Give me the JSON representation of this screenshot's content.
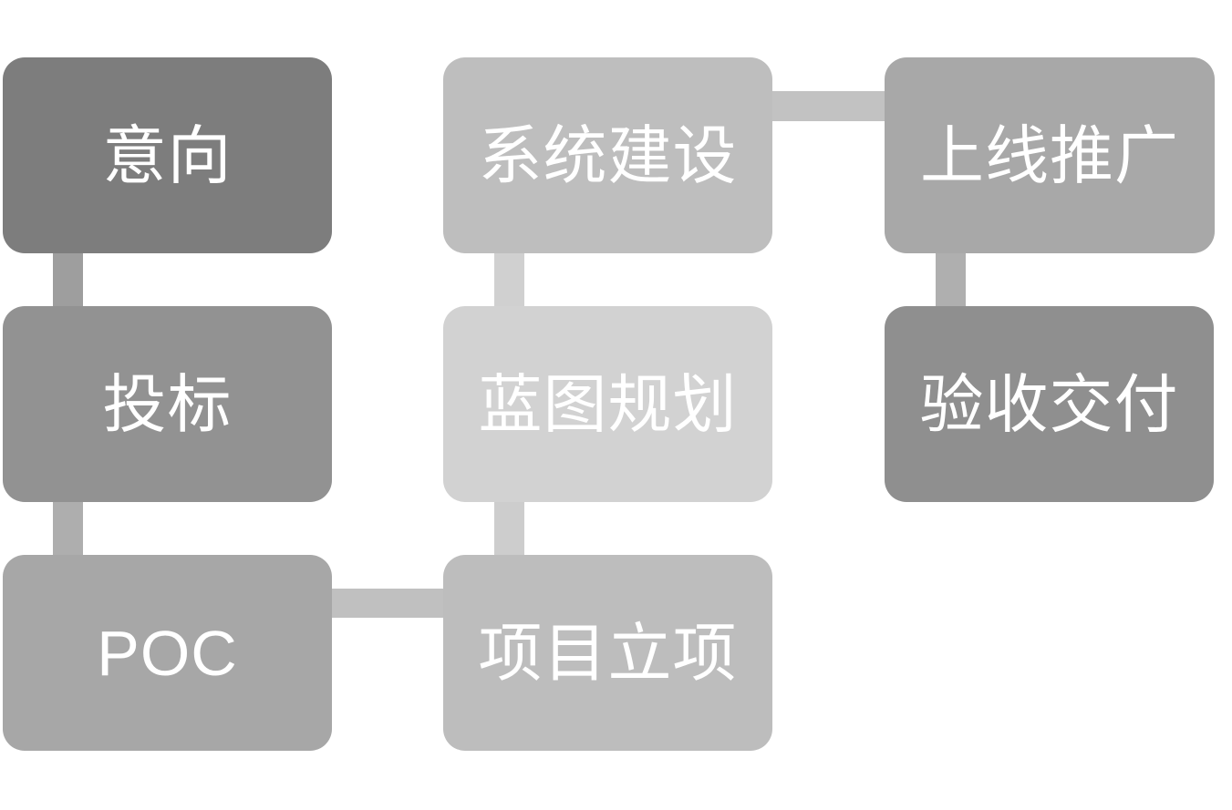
{
  "diagram": {
    "type": "bending-process-flow",
    "background_color": "#ffffff",
    "text_color": "#ffffff",
    "flow_order": [
      "意向",
      "投标",
      "POC",
      "项目立项",
      "蓝图规划",
      "系统建设",
      "上线推广",
      "验收交付"
    ],
    "nodes": [
      {
        "id": "intention",
        "label": "意向",
        "color": "#7d7d7d"
      },
      {
        "id": "bidding",
        "label": "投标",
        "color": "#929292"
      },
      {
        "id": "poc",
        "label": "POC",
        "color": "#a7a7a7"
      },
      {
        "id": "project-initiation",
        "label": "项目立项",
        "color": "#bdbdbd"
      },
      {
        "id": "blueprint-planning",
        "label": "蓝图规划",
        "color": "#d2d2d2"
      },
      {
        "id": "system-construction",
        "label": "系统建设",
        "color": "#bebebe"
      },
      {
        "id": "launch-promotion",
        "label": "上线推广",
        "color": "#a8a8a8"
      },
      {
        "id": "acceptance-delivery",
        "label": "验收交付",
        "color": "#8f8f8f"
      }
    ],
    "connectors": [
      {
        "from": "意向",
        "to": "投标",
        "direction": "vertical",
        "color": "#9e9e9e"
      },
      {
        "from": "投标",
        "to": "POC",
        "direction": "vertical",
        "color": "#aeaeae"
      },
      {
        "from": "POC",
        "to": "项目立项",
        "direction": "horizontal",
        "color": "#c0c0c0"
      },
      {
        "from": "项目立项",
        "to": "蓝图规划",
        "direction": "vertical",
        "color": "#cdcdcd"
      },
      {
        "from": "蓝图规划",
        "to": "系统建设",
        "direction": "vertical",
        "color": "#d0d0d0"
      },
      {
        "from": "系统建设",
        "to": "上线推广",
        "direction": "horizontal",
        "color": "#c2c2c2"
      },
      {
        "from": "上线推广",
        "to": "验收交付",
        "direction": "vertical",
        "color": "#afafaf"
      }
    ]
  }
}
